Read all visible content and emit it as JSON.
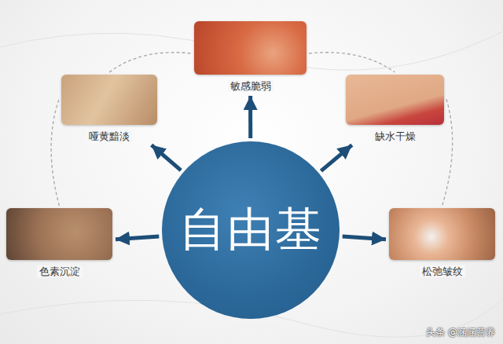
{
  "diagram": {
    "nodes": [
      {
        "text": [
          "敏感脆弱"
        ]
      },
      {
        "text": [
          "哑黄黯淡"
        ]
      },
      {
        "text": [
          "缺水干燥"
        ]
      },
      {
        "text": [
          "自由基"
        ]
      },
      {
        "text": [
          "色素沉淀"
        ]
      },
      {
        "text": [
          "松弛皱纹"
        ]
      }
    ],
    "edges": [
      {
        "from": 3,
        "to": 0,
        "arrow": "to"
      },
      {
        "from": 3,
        "to": 1,
        "arrow": "to"
      },
      {
        "from": 3,
        "to": 2,
        "arrow": "to"
      },
      {
        "from": 3,
        "to": 4,
        "arrow": "to"
      },
      {
        "from": 3,
        "to": 5,
        "arrow": "to"
      },
      {
        "from": 4,
        "to": 1,
        "arrow": "none"
      },
      {
        "from": 1,
        "to": 0,
        "arrow": "none"
      },
      {
        "from": 0,
        "to": 2,
        "arrow": "none"
      },
      {
        "from": 2,
        "to": 5,
        "arrow": "none"
      }
    ],
    "labels": [
      "头条 @涵涵营养"
    ]
  }
}
